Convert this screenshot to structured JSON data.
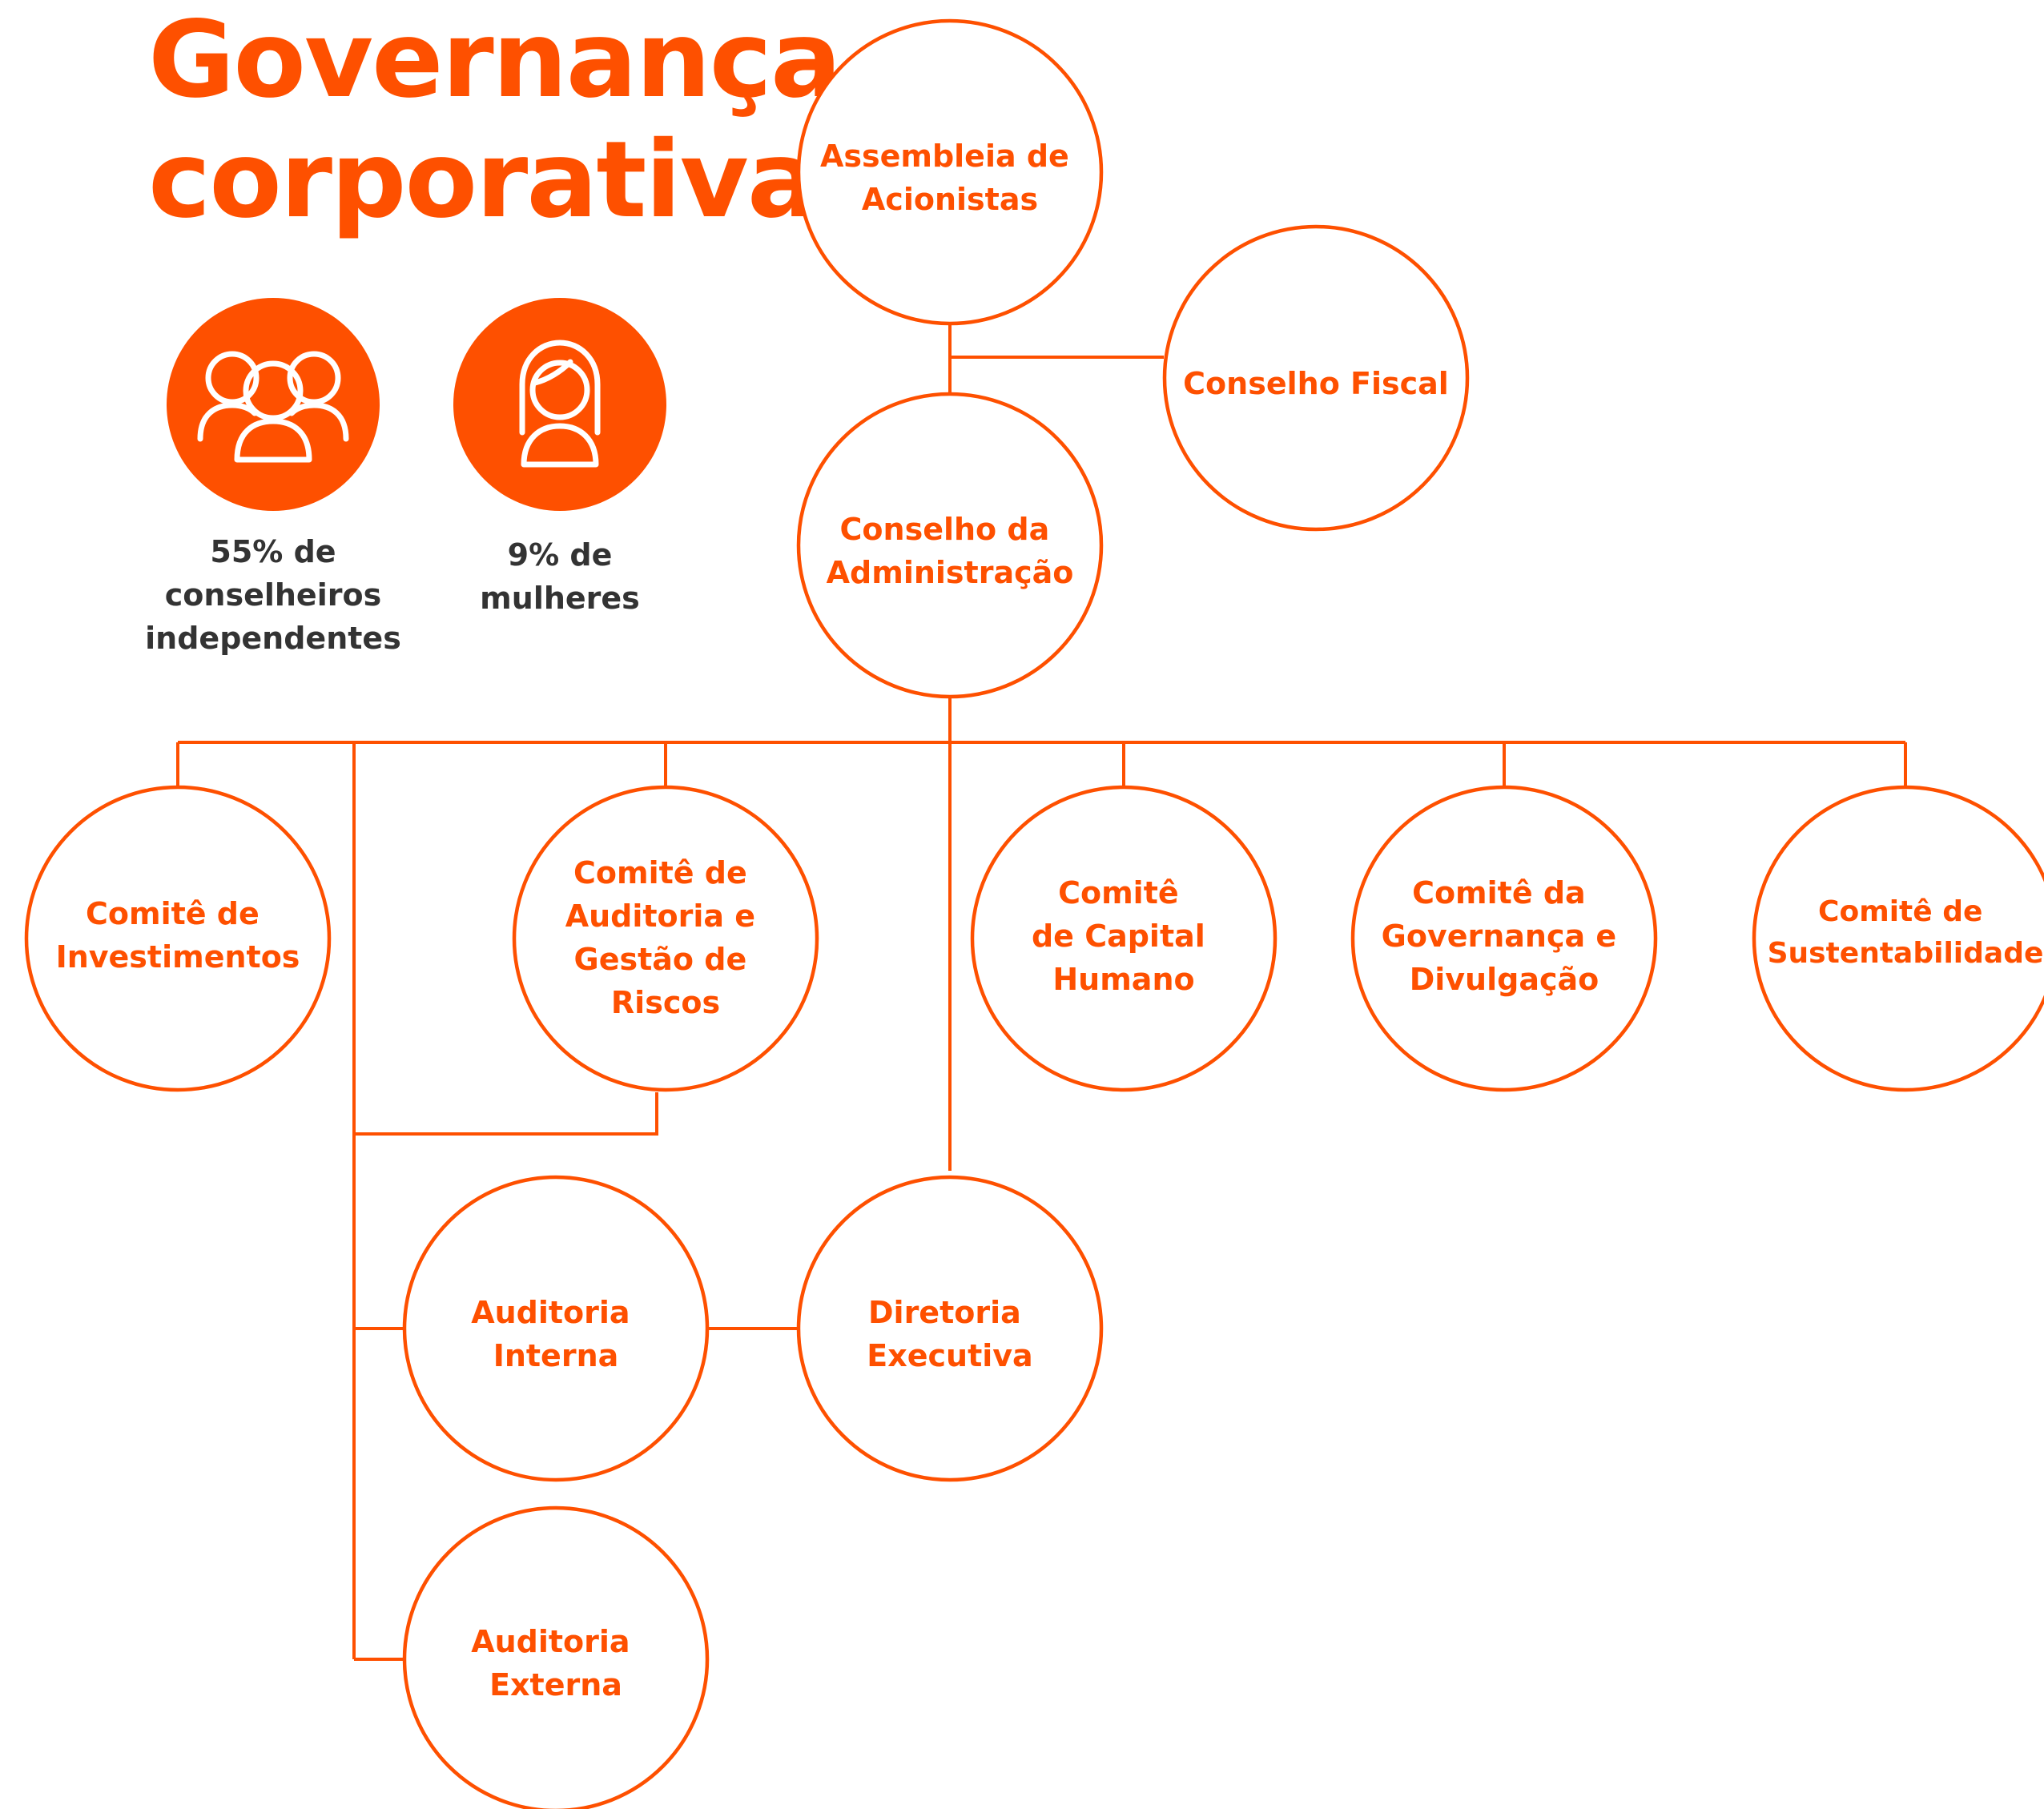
{
  "title_lines": [
    "Governança",
    "corporativa"
  ],
  "stats": {
    "independentes": {
      "icon": "people-group-icon",
      "lines": [
        "55% de",
        "conselheiros",
        "independentes"
      ]
    },
    "mulheres": {
      "icon": "woman-icon",
      "lines": [
        "9% de",
        "mulheres"
      ]
    }
  },
  "colors": {
    "accent": "#fe5000",
    "text": "#333333"
  },
  "nodes": {
    "assembleia": [
      "Assembleia de",
      "Acionistas"
    ],
    "conselho_fiscal": [
      "Conselho Fiscal"
    ],
    "conselho_admin": [
      "Conselho da",
      "Administração"
    ],
    "comite_investimentos": [
      "Comitê de",
      "Investimentos"
    ],
    "comite_auditoria": [
      "Comitê de",
      "Auditoria e",
      "Gestão de",
      "Riscos"
    ],
    "comite_capital": [
      "Comitê",
      "de Capital",
      "Humano"
    ],
    "comite_governanca": [
      "Comitê da",
      "Governança e",
      "Divulgação"
    ],
    "comite_sustentabilidade": [
      "Comitê de",
      "Sustentabilidade"
    ],
    "auditoria_interna": [
      "Auditoria",
      "Interna"
    ],
    "diretoria_executiva": [
      "Diretoria",
      "Executiva"
    ],
    "auditoria_externa": [
      "Auditoria",
      "Externa"
    ]
  }
}
